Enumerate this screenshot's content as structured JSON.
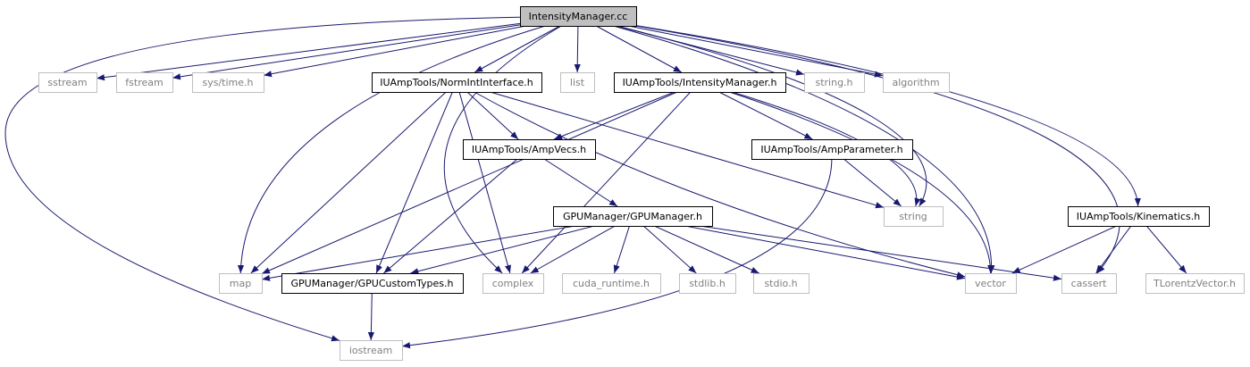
{
  "colors": {
    "edge": "#191970",
    "main_fill": "#bfbfbf",
    "local_border": "#000000",
    "system_border": "#bfbfbf",
    "system_text": "#808080"
  },
  "nodes": {
    "intensity_manager_cc": {
      "label": "IntensityManager.cc",
      "kind": "main"
    },
    "sstream": {
      "label": "sstream",
      "kind": "system"
    },
    "fstream": {
      "label": "fstream",
      "kind": "system"
    },
    "sys_time_h": {
      "label": "sys/time.h",
      "kind": "system"
    },
    "norm_int_interface_h": {
      "label": "IUAmpTools/NormIntInterface.h",
      "kind": "local"
    },
    "list": {
      "label": "list",
      "kind": "system"
    },
    "intensity_manager_h": {
      "label": "IUAmpTools/IntensityManager.h",
      "kind": "local"
    },
    "string_h": {
      "label": "string.h",
      "kind": "system"
    },
    "algorithm": {
      "label": "algorithm",
      "kind": "system"
    },
    "amp_vecs_h": {
      "label": "IUAmpTools/AmpVecs.h",
      "kind": "local"
    },
    "amp_parameter_h": {
      "label": "IUAmpTools/AmpParameter.h",
      "kind": "local"
    },
    "gpu_manager_h": {
      "label": "GPUManager/GPUManager.h",
      "kind": "local"
    },
    "string": {
      "label": "string",
      "kind": "system"
    },
    "kinematics_h": {
      "label": "IUAmpTools/Kinematics.h",
      "kind": "local"
    },
    "map": {
      "label": "map",
      "kind": "system"
    },
    "gpu_custom_types_h": {
      "label": "GPUManager/GPUCustomTypes.h",
      "kind": "local"
    },
    "complex": {
      "label": "complex",
      "kind": "system"
    },
    "cuda_runtime_h": {
      "label": "cuda_runtime.h",
      "kind": "system"
    },
    "stdlib_h": {
      "label": "stdlib.h",
      "kind": "system"
    },
    "stdio_h": {
      "label": "stdio.h",
      "kind": "system"
    },
    "vector": {
      "label": "vector",
      "kind": "system"
    },
    "cassert": {
      "label": "cassert",
      "kind": "system"
    },
    "tlorentz_vector_h": {
      "label": "TLorentzVector.h",
      "kind": "system"
    },
    "iostream": {
      "label": "iostream",
      "kind": "system"
    }
  },
  "edges": [
    [
      "intensity_manager_cc",
      "sstream"
    ],
    [
      "intensity_manager_cc",
      "fstream"
    ],
    [
      "intensity_manager_cc",
      "sys_time_h"
    ],
    [
      "intensity_manager_cc",
      "norm_int_interface_h"
    ],
    [
      "intensity_manager_cc",
      "list"
    ],
    [
      "intensity_manager_cc",
      "intensity_manager_h"
    ],
    [
      "intensity_manager_cc",
      "string_h"
    ],
    [
      "intensity_manager_cc",
      "algorithm"
    ],
    [
      "intensity_manager_cc",
      "string"
    ],
    [
      "intensity_manager_cc",
      "vector"
    ],
    [
      "intensity_manager_cc",
      "kinematics_h"
    ],
    [
      "intensity_manager_cc",
      "cassert"
    ],
    [
      "intensity_manager_cc",
      "map"
    ],
    [
      "intensity_manager_cc",
      "complex"
    ],
    [
      "intensity_manager_cc",
      "iostream"
    ],
    [
      "norm_int_interface_h",
      "amp_vecs_h"
    ],
    [
      "norm_int_interface_h",
      "map"
    ],
    [
      "norm_int_interface_h",
      "gpu_custom_types_h"
    ],
    [
      "norm_int_interface_h",
      "complex"
    ],
    [
      "norm_int_interface_h",
      "string"
    ],
    [
      "norm_int_interface_h",
      "vector"
    ],
    [
      "intensity_manager_h",
      "amp_vecs_h"
    ],
    [
      "intensity_manager_h",
      "amp_parameter_h"
    ],
    [
      "intensity_manager_h",
      "map"
    ],
    [
      "intensity_manager_h",
      "complex"
    ],
    [
      "intensity_manager_h",
      "string"
    ],
    [
      "intensity_manager_h",
      "vector"
    ],
    [
      "amp_vecs_h",
      "gpu_manager_h"
    ],
    [
      "amp_vecs_h",
      "gpu_custom_types_h"
    ],
    [
      "amp_parameter_h",
      "string"
    ],
    [
      "amp_parameter_h",
      "iostream"
    ],
    [
      "gpu_manager_h",
      "map"
    ],
    [
      "gpu_manager_h",
      "gpu_custom_types_h"
    ],
    [
      "gpu_manager_h",
      "complex"
    ],
    [
      "gpu_manager_h",
      "cuda_runtime_h"
    ],
    [
      "gpu_manager_h",
      "stdlib_h"
    ],
    [
      "gpu_manager_h",
      "stdio_h"
    ],
    [
      "gpu_manager_h",
      "vector"
    ],
    [
      "gpu_manager_h",
      "cassert"
    ],
    [
      "gpu_custom_types_h",
      "iostream"
    ],
    [
      "kinematics_h",
      "vector"
    ],
    [
      "kinematics_h",
      "cassert"
    ],
    [
      "kinematics_h",
      "tlorentz_vector_h"
    ]
  ]
}
